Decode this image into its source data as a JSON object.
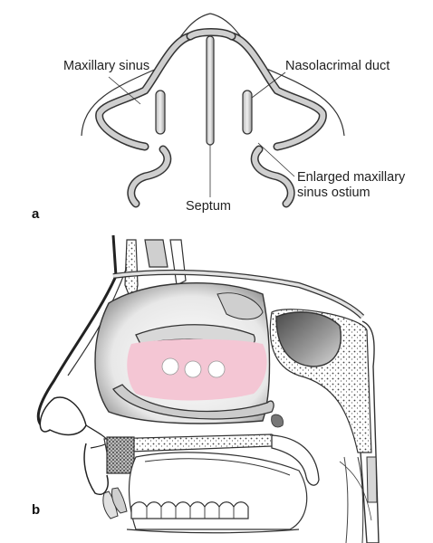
{
  "figure": {
    "panel_a": {
      "letter": "a",
      "labels": {
        "maxillary_sinus": "Maxillary sinus",
        "nasolacrimal_duct": "Nasolacrimal duct",
        "enlarged_ostium_line1": "Enlarged maxillary",
        "enlarged_ostium_line2": "sinus ostium",
        "septum": "Septum"
      }
    },
    "panel_b": {
      "letter": "b"
    }
  },
  "colors": {
    "line": "#333333",
    "pink_region": "#f4c6d4",
    "shade_dark": "#9a9a9a",
    "shade_light": "#e6e6e6"
  }
}
